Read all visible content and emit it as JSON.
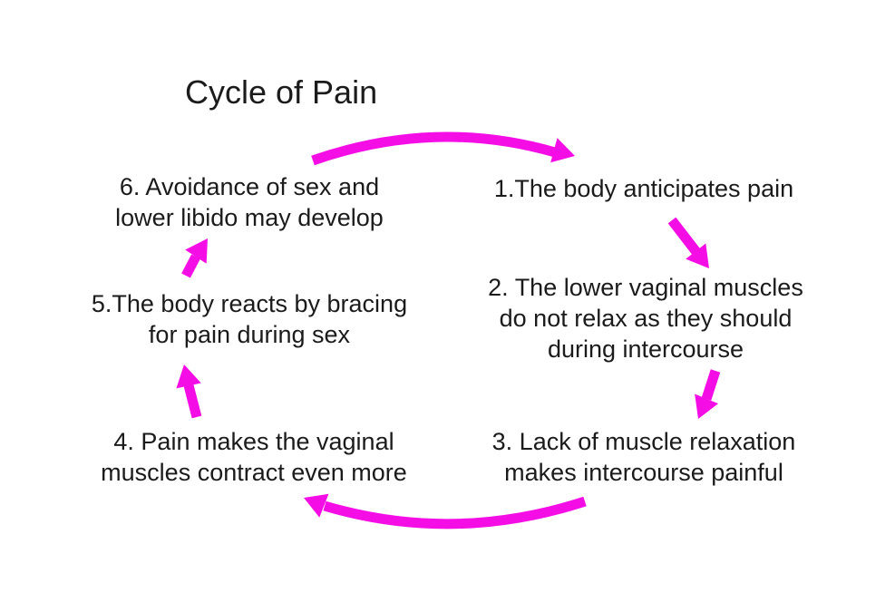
{
  "title": "Cycle of Pain",
  "steps": [
    {
      "lines": [
        "1.The body anticipates pain"
      ]
    },
    {
      "lines": [
        "2. The lower vaginal muscles",
        "do not relax as they should",
        "during intercourse"
      ]
    },
    {
      "lines": [
        "3. Lack of muscle relaxation",
        "makes intercourse painful"
      ]
    },
    {
      "lines": [
        "4. Pain makes the vaginal",
        "muscles contract even more"
      ]
    },
    {
      "lines": [
        "5.The body reacts by bracing",
        "for pain during sex"
      ]
    },
    {
      "lines": [
        "6. Avoidance of sex and",
        "lower libido may develop"
      ]
    }
  ],
  "colors": {
    "arrow": "#f50de6",
    "text": "#1b1b1b",
    "background": "#ffffff"
  }
}
